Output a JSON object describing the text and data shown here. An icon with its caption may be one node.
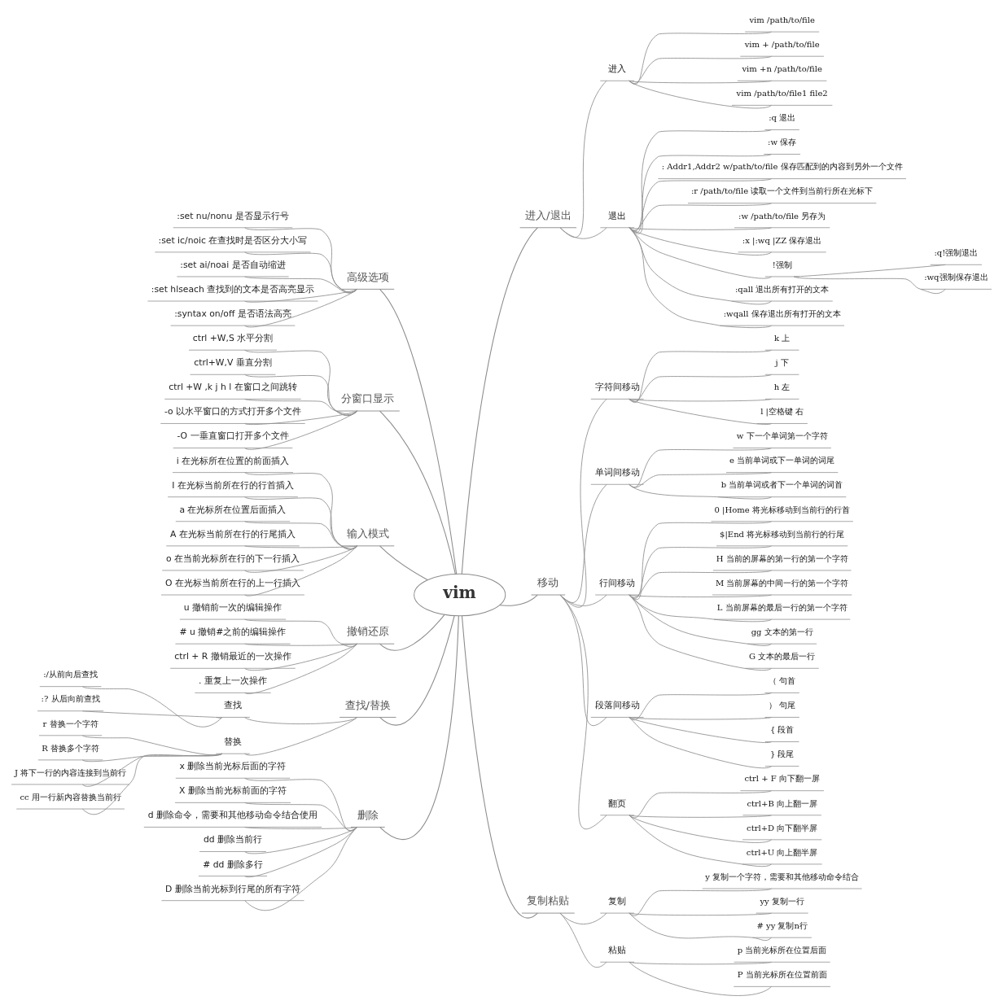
{
  "diagram": {
    "nodes": [
      {
        "text": [
          "vim"
        ]
      },
      {
        "text": [
          "进入/退出"
        ]
      },
      {
        "text": [
          "进入"
        ]
      },
      {
        "text": [
          "vim /path/to/file"
        ]
      },
      {
        "text": [
          "vim + /path/to/file"
        ]
      },
      {
        "text": [
          "vim +n /path/to/file"
        ]
      },
      {
        "text": [
          "vim /path/to/file1 file2"
        ]
      },
      {
        "text": [
          "退出"
        ]
      },
      {
        "text": [
          ":q 退出"
        ]
      },
      {
        "text": [
          ":w 保存"
        ]
      },
      {
        "text": [
          ": Addr1,Addr2 w/path/to/file 保存匹配到的内容到另外一个文件"
        ]
      },
      {
        "text": [
          ":r /path/to/file 读取一个文件到当前行所在光标下"
        ]
      },
      {
        "text": [
          ":w /path/to/file 另存为"
        ]
      },
      {
        "text": [
          ":x |:wq |ZZ 保存退出"
        ]
      },
      {
        "text": [
          "!强制"
        ]
      },
      {
        "text": [
          ":q!强制退出"
        ]
      },
      {
        "text": [
          ":wq强制保存退出"
        ]
      },
      {
        "text": [
          ":qall 退出所有打开的文本"
        ]
      },
      {
        "text": [
          ":wqall 保存退出所有打开的文本"
        ]
      },
      {
        "text": [
          "移动"
        ]
      },
      {
        "text": [
          "字符间移动"
        ]
      },
      {
        "text": [
          "k 上"
        ]
      },
      {
        "text": [
          "j 下"
        ]
      },
      {
        "text": [
          "h 左"
        ]
      },
      {
        "text": [
          "l |空格键 右"
        ]
      },
      {
        "text": [
          "单词间移动"
        ]
      },
      {
        "text": [
          "w 下一个单词第一个字符"
        ]
      },
      {
        "text": [
          "e 当前单词或下一单词的词尾"
        ]
      },
      {
        "text": [
          "b 当前单词或者下一个单词的词首"
        ]
      },
      {
        "text": [
          "行间移动"
        ]
      },
      {
        "text": [
          "0 |Home 将光标移动到当前行的行首"
        ]
      },
      {
        "text": [
          "$|End 将光标移动到当前行的行尾"
        ]
      },
      {
        "text": [
          "H 当前的屏幕的第一行的第一个字符"
        ]
      },
      {
        "text": [
          "M 当前屏幕的中间一行的第一个字符"
        ]
      },
      {
        "text": [
          "L 当前屏幕的最后一行的第一个字符"
        ]
      },
      {
        "text": [
          "gg 文本的第一行"
        ]
      },
      {
        "text": [
          "G 文本的最后一行"
        ]
      },
      {
        "text": [
          "段落间移动"
        ]
      },
      {
        "text": [
          "（ 句首"
        ]
      },
      {
        "text": [
          "） 句尾"
        ]
      },
      {
        "text": [
          "{ 段首"
        ]
      },
      {
        "text": [
          "} 段尾"
        ]
      },
      {
        "text": [
          "翻页"
        ]
      },
      {
        "text": [
          "ctrl + F 向下翻一屏"
        ]
      },
      {
        "text": [
          "ctrl+B 向上翻一屏"
        ]
      },
      {
        "text": [
          "ctrl+D 向下翻半屏"
        ]
      },
      {
        "text": [
          "ctrl+U 向上翻半屏"
        ]
      },
      {
        "text": [
          "复制粘贴"
        ]
      },
      {
        "text": [
          "复制"
        ]
      },
      {
        "text": [
          "y 复制一个字符，需要和其他移动命令结合"
        ]
      },
      {
        "text": [
          "yy 复制一行"
        ]
      },
      {
        "text": [
          "# yy 复制n行"
        ]
      },
      {
        "text": [
          "粘贴"
        ]
      },
      {
        "text": [
          "p 当前光标所在位置后面"
        ]
      },
      {
        "text": [
          "P 当前光标所在位置前面"
        ]
      },
      {
        "text": [
          "高级选项"
        ]
      },
      {
        "text": [
          ":set nu/nonu 是否显示行号"
        ]
      },
      {
        "text": [
          ":set ic/noic 在查找时是否区分大小写"
        ]
      },
      {
        "text": [
          ":set ai/noai 是否自动缩进"
        ]
      },
      {
        "text": [
          ":set hlseach 查找到的文本是否高亮显示"
        ]
      },
      {
        "text": [
          ":syntax on/off 是否语法高亮"
        ]
      },
      {
        "text": [
          "分窗口显示"
        ]
      },
      {
        "text": [
          "ctrl +W,S 水平分割"
        ]
      },
      {
        "text": [
          "ctrl+W,V 垂直分割"
        ]
      },
      {
        "text": [
          "ctrl +W ,k j h l 在窗口之间跳转"
        ]
      },
      {
        "text": [
          "-o 以水平窗口的方式打开多个文件"
        ]
      },
      {
        "text": [
          "-O 一垂直窗口打开多个文件"
        ]
      },
      {
        "text": [
          "输入模式"
        ]
      },
      {
        "text": [
          "i 在光标所在位置的前面插入"
        ]
      },
      {
        "text": [
          "I 在光标当前所在行的行首插入"
        ]
      },
      {
        "text": [
          "a 在光标所在位置后面插入"
        ]
      },
      {
        "text": [
          "A 在光标当前所在行的行尾插入"
        ]
      },
      {
        "text": [
          "o 在当前光标所在行的下一行插入"
        ]
      },
      {
        "text": [
          "O 在光标当前所在行的上一行插入"
        ]
      },
      {
        "text": [
          "撤销还原"
        ]
      },
      {
        "text": [
          "u 撤销前一次的编辑操作"
        ]
      },
      {
        "text": [
          "# u 撤销#之前的编辑操作"
        ]
      },
      {
        "text": [
          "ctrl + R 撤销最近的一次操作"
        ]
      },
      {
        "text": [
          ". 重复上一次操作"
        ]
      },
      {
        "text": [
          "查找/替换"
        ]
      },
      {
        "text": [
          "查找"
        ]
      },
      {
        "text": [
          ":/从前向后查找"
        ]
      },
      {
        "text": [
          ":? 从后向前查找"
        ]
      },
      {
        "text": [
          "替换"
        ]
      },
      {
        "text": [
          "r 替换一个字符"
        ]
      },
      {
        "text": [
          "R 替换多个字符"
        ]
      },
      {
        "text": [
          "J 将下一行的内容连接到当前行"
        ]
      },
      {
        "text": [
          "cc 用一行新内容替换当前行"
        ]
      },
      {
        "text": [
          "删除"
        ]
      },
      {
        "text": [
          "x 删除当前光标后面的字符"
        ]
      },
      {
        "text": [
          "X 删除当前光标前面的字符"
        ]
      },
      {
        "text": [
          "d 删除命令，需要和其他移动命令结合使用"
        ]
      },
      {
        "text": [
          "dd 删除当前行"
        ]
      },
      {
        "text": [
          "# dd 删除多行"
        ]
      },
      {
        "text": [
          "D 删除当前光标到行尾的所有字符"
        ]
      }
    ],
    "edges": [
      {
        "from": 0,
        "to": 1,
        "arrow": "none"
      },
      {
        "from": 1,
        "to": 2,
        "arrow": "none"
      },
      {
        "from": 2,
        "to": 3,
        "arrow": "none"
      },
      {
        "from": 2,
        "to": 4,
        "arrow": "none"
      },
      {
        "from": 2,
        "to": 5,
        "arrow": "none"
      },
      {
        "from": 2,
        "to": 6,
        "arrow": "none"
      },
      {
        "from": 1,
        "to": 7,
        "arrow": "none"
      },
      {
        "from": 7,
        "to": 8,
        "arrow": "none"
      },
      {
        "from": 7,
        "to": 9,
        "arrow": "none"
      },
      {
        "from": 7,
        "to": 10,
        "arrow": "none"
      },
      {
        "from": 7,
        "to": 11,
        "arrow": "none"
      },
      {
        "from": 7,
        "to": 12,
        "arrow": "none"
      },
      {
        "from": 7,
        "to": 13,
        "arrow": "none"
      },
      {
        "from": 7,
        "to": 14,
        "arrow": "none"
      },
      {
        "from": 14,
        "to": 15,
        "arrow": "none"
      },
      {
        "from": 14,
        "to": 16,
        "arrow": "none"
      },
      {
        "from": 7,
        "to": 17,
        "arrow": "none"
      },
      {
        "from": 7,
        "to": 18,
        "arrow": "none"
      },
      {
        "from": 0,
        "to": 19,
        "arrow": "none"
      },
      {
        "from": 19,
        "to": 20,
        "arrow": "none"
      },
      {
        "from": 20,
        "to": 21,
        "arrow": "none"
      },
      {
        "from": 20,
        "to": 22,
        "arrow": "none"
      },
      {
        "from": 20,
        "to": 23,
        "arrow": "none"
      },
      {
        "from": 20,
        "to": 24,
        "arrow": "none"
      },
      {
        "from": 19,
        "to": 25,
        "arrow": "none"
      },
      {
        "from": 25,
        "to": 26,
        "arrow": "none"
      },
      {
        "from": 25,
        "to": 27,
        "arrow": "none"
      },
      {
        "from": 25,
        "to": 28,
        "arrow": "none"
      },
      {
        "from": 19,
        "to": 29,
        "arrow": "none"
      },
      {
        "from": 29,
        "to": 30,
        "arrow": "none"
      },
      {
        "from": 29,
        "to": 31,
        "arrow": "none"
      },
      {
        "from": 29,
        "to": 32,
        "arrow": "none"
      },
      {
        "from": 29,
        "to": 33,
        "arrow": "none"
      },
      {
        "from": 29,
        "to": 34,
        "arrow": "none"
      },
      {
        "from": 29,
        "to": 35,
        "arrow": "none"
      },
      {
        "from": 29,
        "to": 36,
        "arrow": "none"
      },
      {
        "from": 19,
        "to": 37,
        "arrow": "none"
      },
      {
        "from": 37,
        "to": 38,
        "arrow": "none"
      },
      {
        "from": 37,
        "to": 39,
        "arrow": "none"
      },
      {
        "from": 37,
        "to": 40,
        "arrow": "none"
      },
      {
        "from": 37,
        "to": 41,
        "arrow": "none"
      },
      {
        "from": 19,
        "to": 42,
        "arrow": "none"
      },
      {
        "from": 42,
        "to": 43,
        "arrow": "none"
      },
      {
        "from": 42,
        "to": 44,
        "arrow": "none"
      },
      {
        "from": 42,
        "to": 45,
        "arrow": "none"
      },
      {
        "from": 42,
        "to": 46,
        "arrow": "none"
      },
      {
        "from": 0,
        "to": 47,
        "arrow": "none"
      },
      {
        "from": 47,
        "to": 48,
        "arrow": "none"
      },
      {
        "from": 48,
        "to": 49,
        "arrow": "none"
      },
      {
        "from": 48,
        "to": 50,
        "arrow": "none"
      },
      {
        "from": 48,
        "to": 51,
        "arrow": "none"
      },
      {
        "from": 47,
        "to": 52,
        "arrow": "none"
      },
      {
        "from": 52,
        "to": 53,
        "arrow": "none"
      },
      {
        "from": 52,
        "to": 54,
        "arrow": "none"
      },
      {
        "from": 0,
        "to": 55,
        "arrow": "none"
      },
      {
        "from": 55,
        "to": 56,
        "arrow": "none"
      },
      {
        "from": 55,
        "to": 57,
        "arrow": "none"
      },
      {
        "from": 55,
        "to": 58,
        "arrow": "none"
      },
      {
        "from": 55,
        "to": 59,
        "arrow": "none"
      },
      {
        "from": 55,
        "to": 60,
        "arrow": "none"
      },
      {
        "from": 0,
        "to": 61,
        "arrow": "none"
      },
      {
        "from": 61,
        "to": 62,
        "arrow": "none"
      },
      {
        "from": 61,
        "to": 63,
        "arrow": "none"
      },
      {
        "from": 61,
        "to": 64,
        "arrow": "none"
      },
      {
        "from": 61,
        "to": 65,
        "arrow": "none"
      },
      {
        "from": 61,
        "to": 66,
        "arrow": "none"
      },
      {
        "from": 0,
        "to": 67,
        "arrow": "none"
      },
      {
        "from": 67,
        "to": 68,
        "arrow": "none"
      },
      {
        "from": 67,
        "to": 69,
        "arrow": "none"
      },
      {
        "from": 67,
        "to": 70,
        "arrow": "none"
      },
      {
        "from": 67,
        "to": 71,
        "arrow": "none"
      },
      {
        "from": 67,
        "to": 72,
        "arrow": "none"
      },
      {
        "from": 67,
        "to": 73,
        "arrow": "none"
      },
      {
        "from": 0,
        "to": 74,
        "arrow": "none"
      },
      {
        "from": 74,
        "to": 75,
        "arrow": "none"
      },
      {
        "from": 74,
        "to": 76,
        "arrow": "none"
      },
      {
        "from": 74,
        "to": 77,
        "arrow": "none"
      },
      {
        "from": 74,
        "to": 78,
        "arrow": "none"
      },
      {
        "from": 0,
        "to": 79,
        "arrow": "none"
      },
      {
        "from": 79,
        "to": 80,
        "arrow": "none"
      },
      {
        "from": 80,
        "to": 81,
        "arrow": "none"
      },
      {
        "from": 80,
        "to": 82,
        "arrow": "none"
      },
      {
        "from": 79,
        "to": 83,
        "arrow": "none"
      },
      {
        "from": 83,
        "to": 84,
        "arrow": "none"
      },
      {
        "from": 83,
        "to": 85,
        "arrow": "none"
      },
      {
        "from": 83,
        "to": 86,
        "arrow": "none"
      },
      {
        "from": 83,
        "to": 87,
        "arrow": "none"
      },
      {
        "from": 0,
        "to": 88,
        "arrow": "none"
      },
      {
        "from": 88,
        "to": 89,
        "arrow": "none"
      },
      {
        "from": 88,
        "to": 90,
        "arrow": "none"
      },
      {
        "from": 88,
        "to": 91,
        "arrow": "none"
      },
      {
        "from": 88,
        "to": 92,
        "arrow": "none"
      },
      {
        "from": 88,
        "to": 93,
        "arrow": "none"
      },
      {
        "from": 88,
        "to": 94,
        "arrow": "none"
      }
    ]
  }
}
